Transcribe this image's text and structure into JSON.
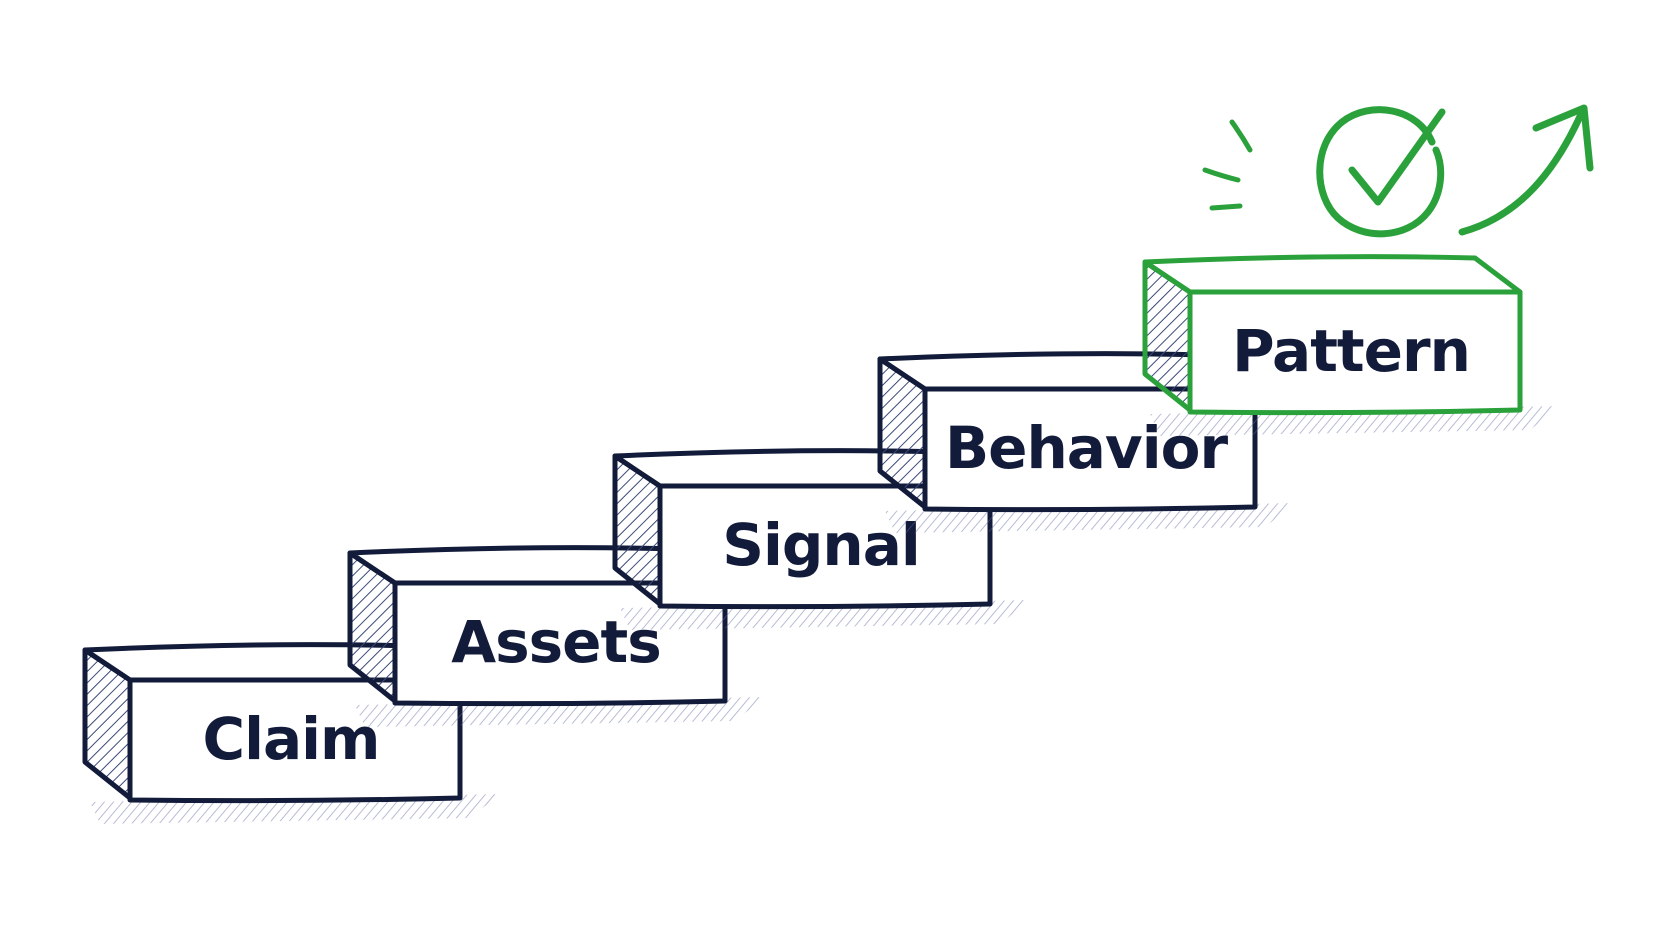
{
  "colors": {
    "ink": "#131b3a",
    "accent": "#2aa13a",
    "hatch": "#3b4a7a",
    "shadow": "#5a6aa0",
    "background": "#ffffff"
  },
  "steps": [
    {
      "label": "Claim"
    },
    {
      "label": "Assets"
    },
    {
      "label": "Signal"
    },
    {
      "label": "Behavior"
    },
    {
      "label": "Pattern",
      "highlight": true
    }
  ],
  "decorations": {
    "goal_icon": "check-circle-icon",
    "growth_icon": "arrow-up-right-icon",
    "burst_icon": "sparkle-lines-icon"
  }
}
